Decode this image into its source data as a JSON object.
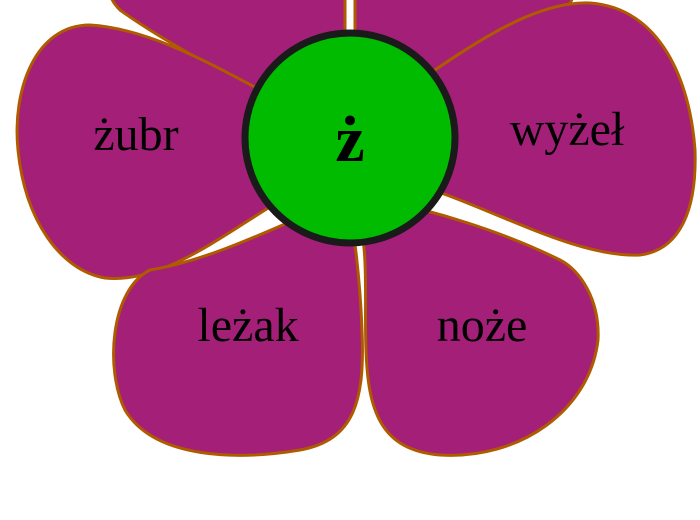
{
  "flower": {
    "center_letter": "ż",
    "colors": {
      "petal_fill": "#a31f78",
      "petal_outline": "#b05a00",
      "center_fill": "#00bb00",
      "center_border": "#1a1a1a",
      "background": "#ffffff",
      "text": "#000000"
    },
    "petals": [
      {
        "position": "top-left",
        "word": ""
      },
      {
        "position": "top-right",
        "word": ""
      },
      {
        "position": "left",
        "word": "żubr"
      },
      {
        "position": "right",
        "word": "wyżeł"
      },
      {
        "position": "bottom-left",
        "word": "leżak"
      },
      {
        "position": "bottom-right",
        "word": "noże"
      }
    ]
  }
}
